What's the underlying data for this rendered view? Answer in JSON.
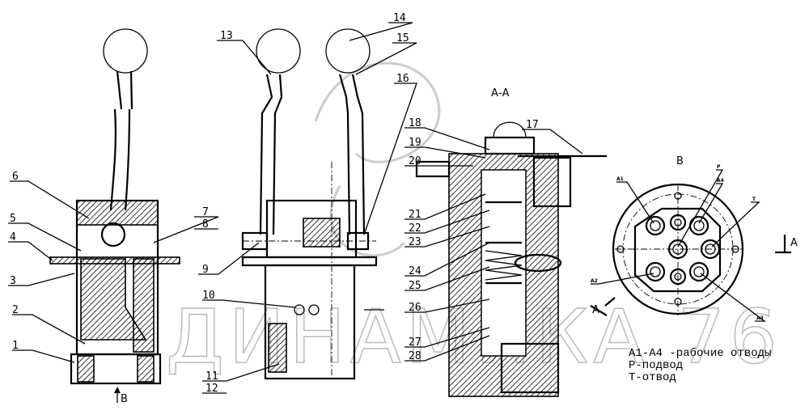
{
  "callouts": {
    "n1": "1",
    "n2": "2",
    "n3": "3",
    "n4": "4",
    "n5": "5",
    "n6": "6",
    "n7": "7",
    "n8": "8",
    "n9": "9",
    "n10": "10",
    "n11": "11",
    "n12": "12",
    "n13": "13",
    "n14": "14",
    "n15": "15",
    "n16": "16",
    "n17": "17",
    "n18": "18",
    "n19": "19",
    "n20": "20",
    "n21": "21",
    "n22": "22",
    "n23": "23",
    "n24": "24",
    "n25": "25",
    "n26": "26",
    "n27": "27",
    "n28": "28"
  },
  "section_label": "А-А",
  "view_b_label": "B",
  "view_b_arrow": "B",
  "section_arrow_right": "A",
  "section_arrow_left": "A",
  "ports": {
    "a1": "A1",
    "a2": "A2",
    "a3": "A3",
    "a4": "A4",
    "p": "P",
    "t": "T"
  },
  "legend": [
    "A1-A4 -рабочие отводы",
    "P-подвод",
    "T-отвод"
  ],
  "watermark": "ДИНАМИКА 76"
}
